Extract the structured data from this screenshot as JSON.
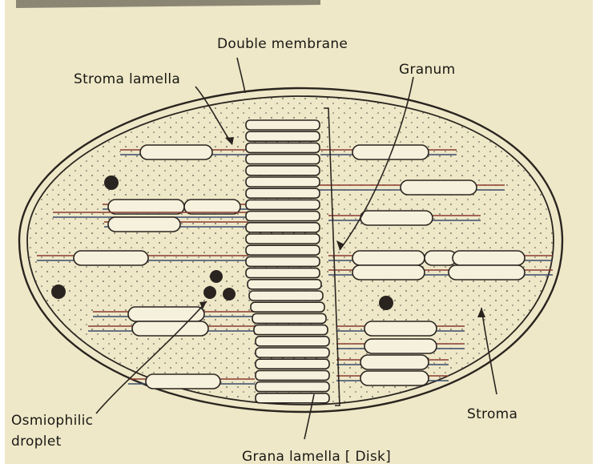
{
  "diagram": {
    "labels": {
      "double_membrane": "Double membrane",
      "stroma_lamella": "Stroma lamella",
      "granum": "Granum",
      "osmiophilic_line1": "Osmiophilic",
      "osmiophilic_line2": "droplet",
      "stroma": "Stroma",
      "grana_lamella": "Grana lamella [ Disk]"
    },
    "colors": {
      "paper": "#eee8c8",
      "ink": "#2a2420",
      "interior": "#f3eed6",
      "lamella_red": "#8a3a30",
      "lamella_blue": "#3a4a6a"
    }
  }
}
